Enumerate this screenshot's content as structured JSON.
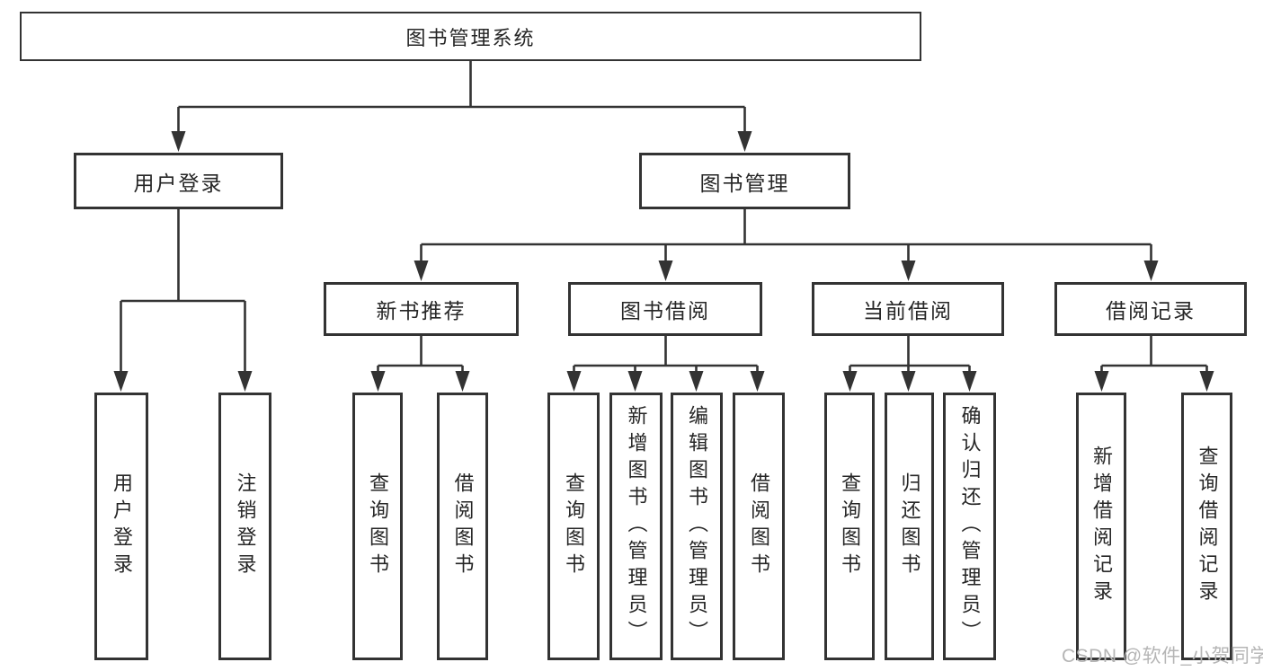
{
  "tree": {
    "root": {
      "label": "图书管理系统"
    },
    "branches": [
      {
        "label": "用户登录",
        "children": [
          {
            "label": "用户登录"
          },
          {
            "label": "注销登录"
          }
        ]
      },
      {
        "label": "图书管理",
        "children": [
          {
            "label": "新书推荐",
            "children": [
              {
                "label": "查询图书"
              },
              {
                "label": "借阅图书"
              }
            ]
          },
          {
            "label": "图书借阅",
            "children": [
              {
                "label": "查询图书"
              },
              {
                "label": "新增图书（管理员）"
              },
              {
                "label": "编辑图书（管理员）"
              },
              {
                "label": "借阅图书"
              }
            ]
          },
          {
            "label": "当前借阅",
            "children": [
              {
                "label": "查询图书"
              },
              {
                "label": "归还图书"
              },
              {
                "label": "确认归还（管理员）"
              }
            ]
          },
          {
            "label": "借阅记录",
            "children": [
              {
                "label": "新增借阅记录"
              },
              {
                "label": "查询借阅记录"
              }
            ]
          }
        ]
      }
    ]
  },
  "watermark": "CSDN @软件_小贺同学",
  "colors": {
    "line": "#333333",
    "text": "#262626",
    "watermark": "#b5b5b5",
    "background": "#ffffff"
  }
}
